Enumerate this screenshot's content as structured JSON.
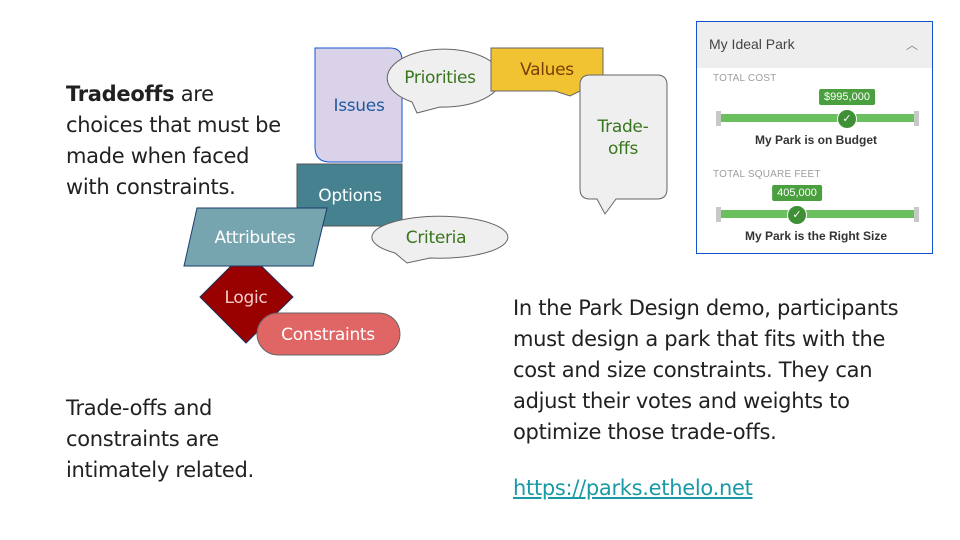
{
  "left_text": {
    "bold": "Tradeoffs",
    "rest": " are choices that must be made when faced with constraints."
  },
  "bottom_left_text": "Trade-offs and constraints are intimately related.",
  "right_text": "In the Park Design demo, participants must design a park that fits with the cost and size constraints. They can adjust their votes and weights to optimize those trade-offs.",
  "link": "https://parks.ethelo.net",
  "diagram": {
    "issues": "Issues",
    "priorities": "Priorities",
    "values": "Values",
    "tradeoffs": "Trade-offs",
    "options": "Options",
    "attributes": "Attributes",
    "criteria": "Criteria",
    "logic": "Logic",
    "constraints": "Constraints"
  },
  "widget": {
    "title": "My Ideal Park",
    "collapse_icon": "chevron-up-icon",
    "cost": {
      "label": "TOTAL COST",
      "value": "$995,000",
      "fraction": 0.65,
      "status": "My Park is on Budget"
    },
    "sqft": {
      "label": "TOTAL SQUARE FEET",
      "value": "405,000",
      "fraction": 0.4,
      "status": "My Park is the Right Size"
    }
  },
  "colors": {
    "green_text": "#38761d",
    "link": "#1a9aa6",
    "accent": "#1155cc"
  }
}
